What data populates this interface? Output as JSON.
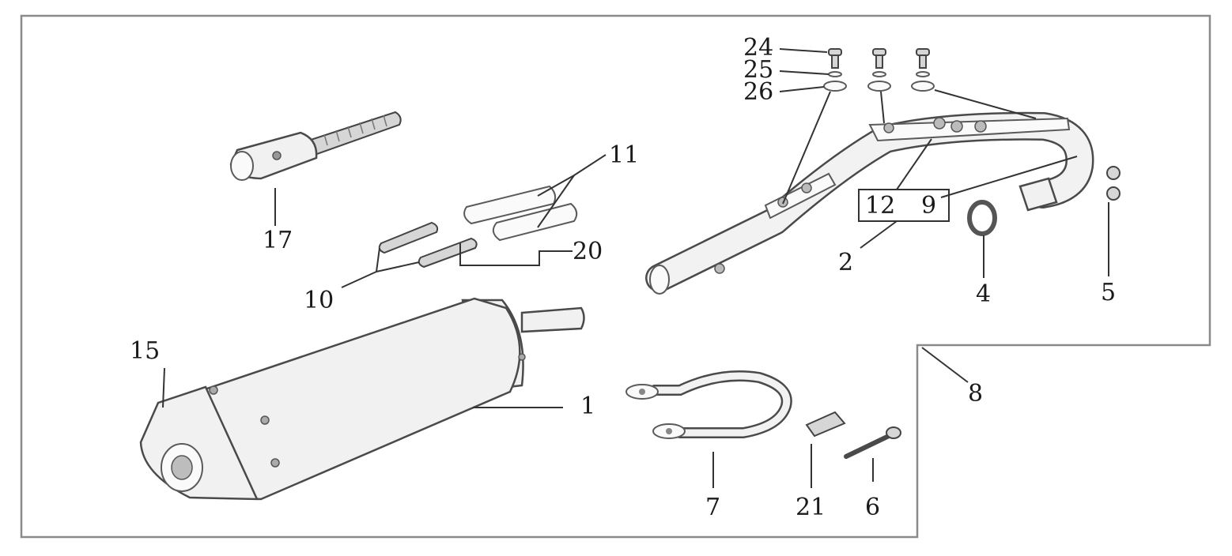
{
  "callouts": {
    "c1": "1",
    "c2": "2",
    "c4": "4",
    "c5": "5",
    "c6": "6",
    "c7": "7",
    "c8": "8",
    "c9": "9",
    "c10": "10",
    "c11": "11",
    "c12": "12",
    "c15": "15",
    "c17": "17",
    "c20": "20",
    "c21": "21",
    "c24": "24",
    "c25": "25",
    "c26": "26"
  }
}
